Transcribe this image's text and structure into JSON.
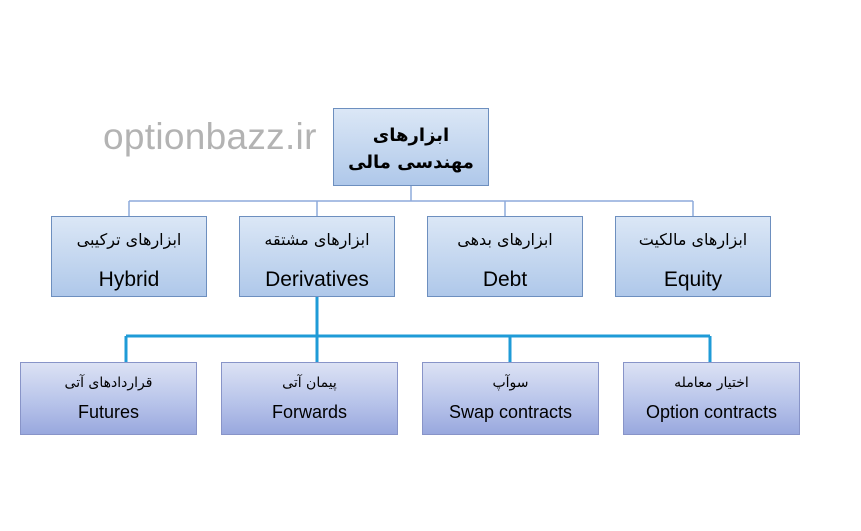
{
  "watermark": "optionbazz.ir",
  "root": {
    "line1": "ابزارهای",
    "line2": "مهندسی مالی"
  },
  "categories": [
    {
      "fa": "ابزارهای ترکیبی",
      "en": "Hybrid"
    },
    {
      "fa": "ابزارهای مشتقه",
      "en": "Derivatives"
    },
    {
      "fa": "ابزارهای بدهی",
      "en": "Debt"
    },
    {
      "fa": "ابزارهای مالکیت",
      "en": "Equity"
    }
  ],
  "derivatives": [
    {
      "fa": "قراردادهای آتی",
      "en": "Futures"
    },
    {
      "fa": "پیمان آتی",
      "en": "Forwards"
    },
    {
      "fa": "سوآپ",
      "en": "Swap contracts"
    },
    {
      "fa": "اختیار معامله",
      "en": "Option contracts"
    }
  ],
  "colors": {
    "level1_connector": "#8eaadb",
    "level2_connector": "#1f9bd7",
    "box_border": "#6d8fbf"
  }
}
